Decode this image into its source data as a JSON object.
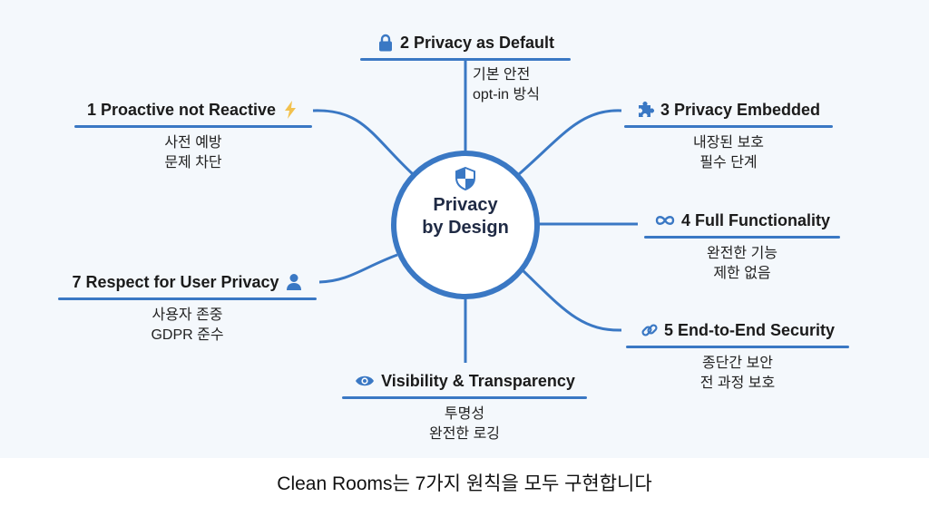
{
  "center": {
    "icon": "shield-icon",
    "line1": "Privacy",
    "line2": "by Design"
  },
  "principles": [
    {
      "title": "1 Proactive not Reactive",
      "icon": "lightning-icon",
      "line1": "사전 예방",
      "line2": "문제 차단"
    },
    {
      "title": "2 Privacy as Default",
      "icon": "lock-icon",
      "line1": "기본 안전",
      "line2": "opt-in 방식"
    },
    {
      "title": "3 Privacy Embedded",
      "icon": "puzzle-icon",
      "line1": "내장된 보호",
      "line2": "필수 단계"
    },
    {
      "title": "4 Full Functionality",
      "icon": "infinity-icon",
      "line1": "완전한 기능",
      "line2": "제한 없음"
    },
    {
      "title": "5 End-to-End Security",
      "icon": "link-icon",
      "line1": "종단간 보안",
      "line2": "전 과정 보호"
    },
    {
      "title": "Visibility & Transparency",
      "icon": "eye-icon",
      "line1": "투명성",
      "line2": "완전한 로깅"
    },
    {
      "title": "7 Respect for User Privacy",
      "icon": "user-icon",
      "line1": "사용자 존중",
      "line2": "GDPR 준수"
    }
  ],
  "caption": "Clean Rooms는 7가지 원칙을 모두 구현합니다",
  "colors": {
    "accent": "#3a78c4",
    "background": "#f4f8fc",
    "lightning": "#f2c14e"
  }
}
